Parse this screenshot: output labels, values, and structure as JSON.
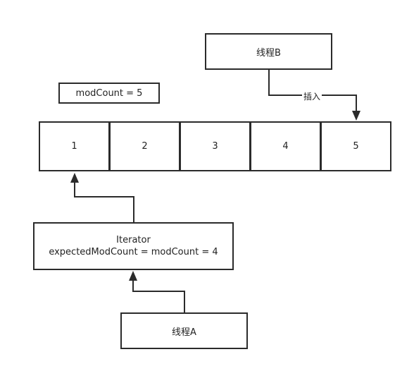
{
  "thread_b": {
    "label": "线程B"
  },
  "thread_a": {
    "label": "线程A"
  },
  "mod_count": {
    "label": "modCount = 5"
  },
  "insert_edge": {
    "label": "插入"
  },
  "array": {
    "cells": [
      "1",
      "2",
      "3",
      "4",
      "5"
    ]
  },
  "iterator": {
    "title": "Iterator",
    "expected": "expectedModCount = modCount = 4"
  }
}
